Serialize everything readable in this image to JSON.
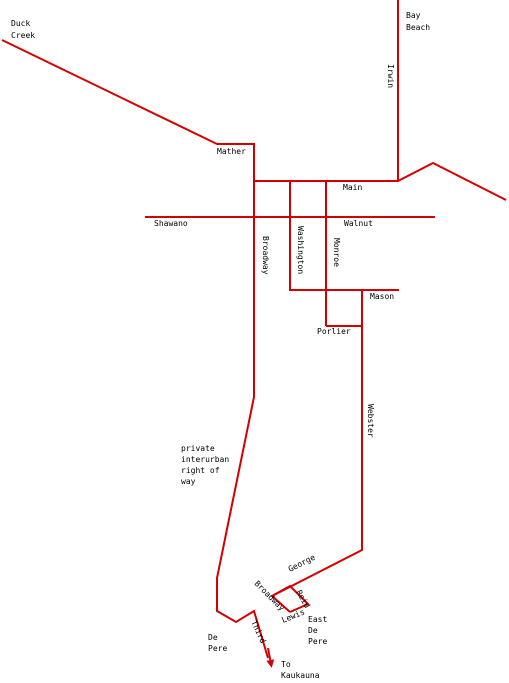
{
  "map": {
    "route_color": "#d40000",
    "background": "#ffffff",
    "labels": {
      "duck_creek_1": "Duck",
      "duck_creek_2": "Creek",
      "bay_beach_1": "Bay",
      "bay_beach_2": "Beach",
      "irwin": "Irwin",
      "mather": "Mather",
      "main": "Main",
      "shawano": "Shawano",
      "walnut": "Walnut",
      "broadway": "Broadway",
      "washington": "Washington",
      "monroe": "Monroe",
      "mason": "Mason",
      "porlier": "Porlier",
      "webster": "Webster",
      "row_1": "private",
      "row_2": "interurban",
      "row_3": "right of",
      "row_4": "way",
      "george": "George",
      "broadway_depere": "Broadway",
      "reid": "Reid",
      "lewis": "Lewis",
      "east_depere_1": "East",
      "east_depere_2": "De",
      "east_depere_3": "Pere",
      "depere_1": "De",
      "depere_2": "Pere",
      "third": "Third",
      "kaukauna_1": "To",
      "kaukauna_2": "Kaukauna"
    }
  }
}
